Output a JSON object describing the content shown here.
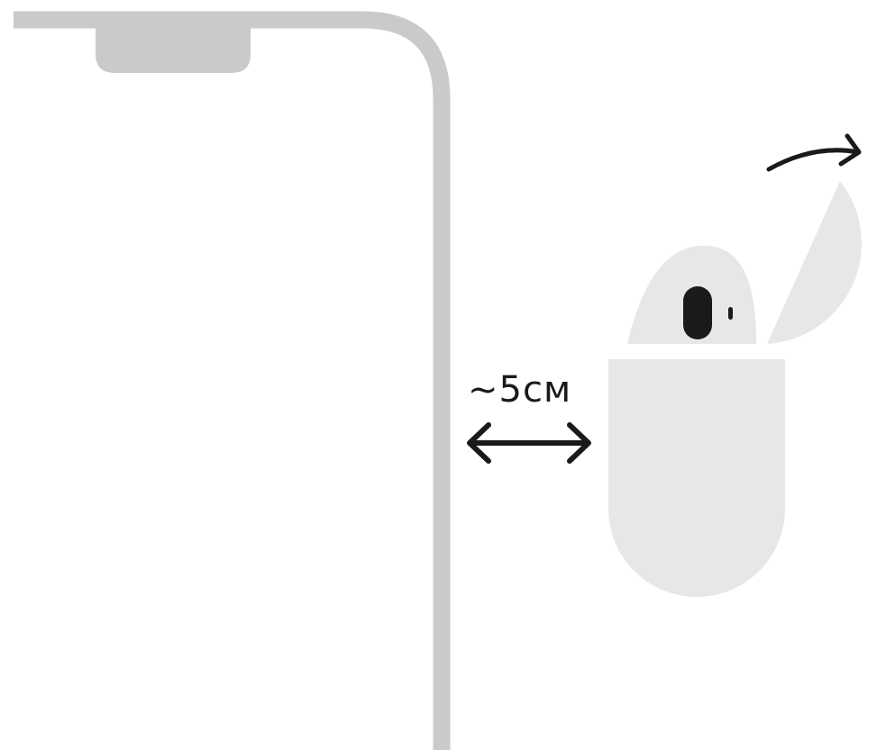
{
  "distance_label": "~5см",
  "colors": {
    "phone_frame": "#cbcacb",
    "notch": "#cbcacb",
    "case": "#e7e7e6",
    "earbud": "#e7e7e6",
    "earbud_sensor": "#1a1a1a",
    "arrows": "#1a1a1a"
  },
  "icons": {
    "distance_arrow": "double-headed-arrow",
    "lid_arrow": "curved-arrow-open-lid"
  }
}
